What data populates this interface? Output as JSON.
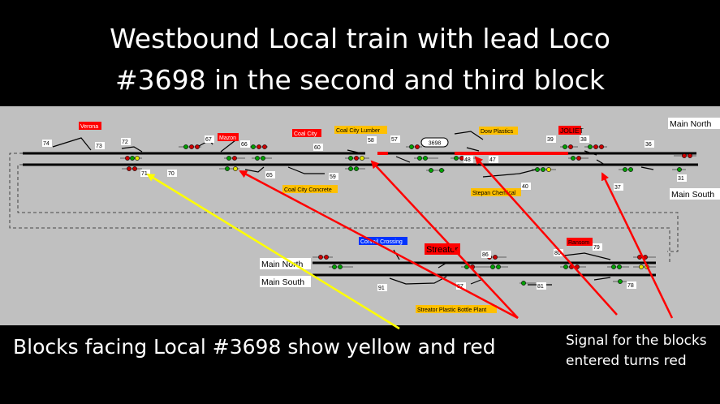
{
  "title": {
    "line1": "Westbound Local train with lead Loco",
    "line2": "#3698 in the second and third block"
  },
  "captions": {
    "left": "Blocks facing Local #3698 show yellow and red",
    "right_line1": "Signal for the blocks",
    "right_line2": "entered turns red"
  },
  "main_lines": {
    "upper_north": "Main North",
    "upper_south": "Main South",
    "lower_north": "Main North",
    "lower_south": "Main South"
  },
  "stations": {
    "verona": "Verona",
    "mazon": "Mazon",
    "coal_city": "Coal City",
    "coal_city_lumber": "Coal City Lumber",
    "dow_plastics": "Dow Plastics",
    "joliet": "JOLIET",
    "coal_city_concrete": "Coal City Concrete",
    "stepan_chemical": "Stepan Chemical",
    "conrail_crossing": "Conrail Crossing",
    "streator": "Streator",
    "ransom": "Ransom",
    "streator_plastic": "Streator Plastic Bottle Plant"
  },
  "train": {
    "loco": "3698"
  },
  "block_numbers": {
    "b74": "74",
    "b73": "73",
    "b72": "72",
    "b71": "71",
    "b70": "70",
    "b67": "67",
    "b66": "66",
    "b65": "65",
    "b60": "60",
    "b59": "59",
    "b58": "58",
    "b57": "57",
    "b48": "48",
    "b47": "47",
    "b40": "40",
    "b39": "39",
    "b38": "38",
    "b37": "37",
    "b36": "36",
    "b31": "31",
    "b91": "91",
    "b87": "87",
    "b86": "86",
    "b81": "81",
    "b80": "80",
    "b79": "79",
    "b78": "78"
  },
  "colors": {
    "background": "#000000",
    "panel": "#c0c0c0",
    "track": "#000000",
    "occupied_track": "#ff0000",
    "arrow_red": "#ff0000",
    "arrow_yellow": "#ffff00",
    "tag_red": "#ff0000",
    "tag_orange": "#ffc000",
    "tag_blue": "#0033ff",
    "signal_red": "#cc0000",
    "signal_yellow": "#e8e800",
    "signal_green": "#00a000"
  }
}
